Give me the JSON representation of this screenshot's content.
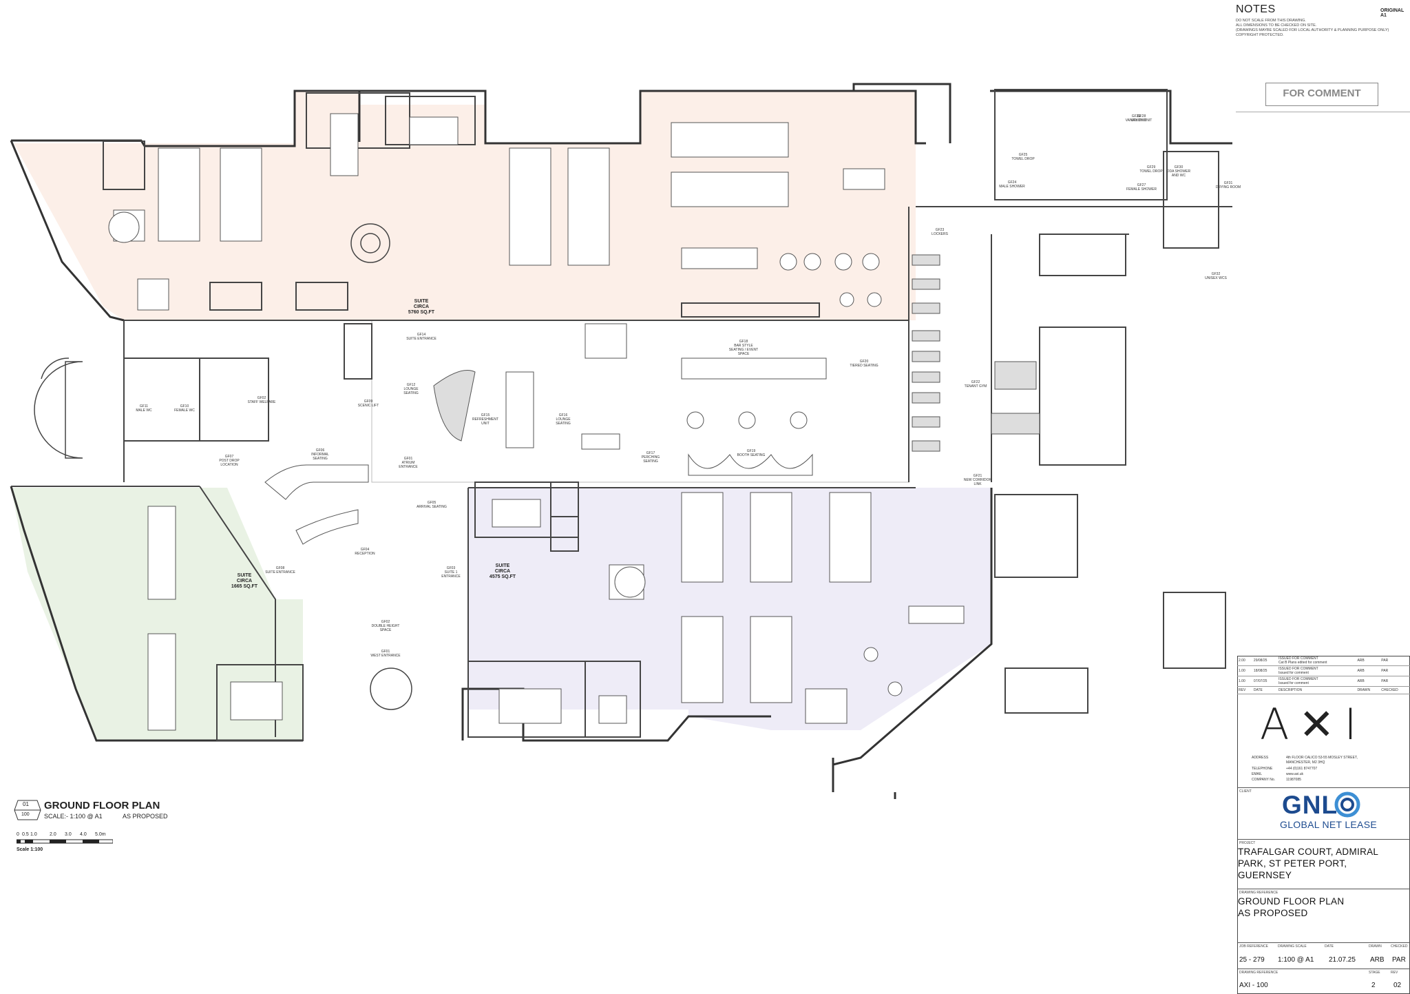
{
  "notes": {
    "title": "NOTES",
    "original": "ORIGINAL A1",
    "lines": [
      "DO NOT SCALE FROM THIS DRAWING.",
      "ALL DIMENSIONS TO BE CHECKED ON SITE.",
      "(DRAWINGS MAYBE SCALED FOR LOCAL AUTHORITY & PLANNING PURPOSE ONLY)",
      "COPYRIGHT PROTECTED."
    ],
    "stamp": "FOR COMMENT"
  },
  "revisions": [
    {
      "rev": "2.00",
      "date": "29/08/25",
      "desc": "ISSUED FOR COMMENT",
      "desc2": "Cat B Plans edited for comment",
      "by": "ARB",
      "checked": "PAR"
    },
    {
      "rev": "1.00",
      "date": "18/08/25",
      "desc": "ISSUED FOR COMMENT",
      "desc2": "Issued for comment",
      "by": "ARB",
      "checked": "PAR"
    },
    {
      "rev": "1.00",
      "date": "07/07/25",
      "desc": "ISSUED FOR COMMENT",
      "desc2": "Issued for comment",
      "by": "ARB",
      "checked": "PAR"
    }
  ],
  "rev_header": {
    "rev": "REV",
    "date": "DATE",
    "desc": "DESCRIPTION",
    "by": "DRAWN",
    "checked": "CHECKED"
  },
  "architect": {
    "logo": "A✕I",
    "address_label": "ADDRESS",
    "address": "4th FLOOR CALICO 53-55 MOSLEY STREET,",
    "address2": "MANCHESTER, M2 3HQ",
    "telephone_label": "TELEPHONE",
    "telephone": "+44 (0)161 8747707",
    "email_label": "EMAIL",
    "email": "www.axi.uk",
    "company_label": "COMPANY No.",
    "company": "11987085"
  },
  "client": {
    "label": "CLIENT",
    "logo": "GNL",
    "name": "GLOBAL NET LEASE"
  },
  "project": {
    "label": "PROJECT",
    "lines": [
      "TRAFALGAR COURT, ADMIRAL",
      "PARK, ST PETER PORT,",
      "GUERNSEY"
    ]
  },
  "drawing": {
    "ref_label": "DRAWING REFERENCE",
    "lines": [
      "GROUND FLOOR PLAN",
      "AS PROPOSED"
    ]
  },
  "meta": {
    "job_label": "JOB REFERENCE",
    "job": "25 - 279",
    "scale_label": "DRAWING SCALE",
    "scale": "1:100 @ A1",
    "date_label": "DATE",
    "date": "21.07.25",
    "drawn_label": "DRAWN",
    "drawn": "ARB",
    "checked_label": "CHECKED",
    "checked": "PAR",
    "drawing_no_label": "DRAWING REFERENCE",
    "drawing_no": "AXI - 100",
    "stage_label": "STAGE",
    "stage": "2",
    "rev_label": "REV",
    "rev": "02"
  },
  "plan_label": {
    "number": "01",
    "sheet": "100",
    "title": "GROUND FLOOR PLAN",
    "scale": "SCALE:- 1:100 @ A1",
    "status": "AS PROPOSED",
    "scalebar": [
      "0",
      "0.5",
      "1.0",
      "2.0",
      "3.0",
      "4.0",
      "5.0m"
    ],
    "scalebar_caption": "Scale 1:100"
  },
  "suites": [
    {
      "id": "suite-north",
      "lines": [
        "SUITE",
        "CIRCA",
        "5760 SQ.FT"
      ]
    },
    {
      "id": "suite-west",
      "lines": [
        "SUITE",
        "CIRCA",
        "1665 SQ.FT"
      ]
    },
    {
      "id": "suite-south",
      "lines": [
        "SUITE",
        "CIRCA",
        "4575 SQ.FT"
      ]
    }
  ],
  "rooms": [
    {
      "code": "GF14",
      "name": "SUITE ENTRANCE"
    },
    {
      "code": "GF18",
      "name": "BAR STYLE SEATING / EVENT SPACE"
    },
    {
      "code": "GF20",
      "name": "TIERED SEATING"
    },
    {
      "code": "GF22",
      "name": "TENANT GYM"
    },
    {
      "code": "GF23",
      "name": "LOCKERS"
    },
    {
      "code": "GF12",
      "name": "LOUNGE SEATING"
    },
    {
      "code": "GF15",
      "name": "REFRESHMENT UNIT"
    },
    {
      "code": "GF16",
      "name": "LOUNGE SEATING"
    },
    {
      "code": "GF17",
      "name": "PERCHING SEATING"
    },
    {
      "code": "GF19",
      "name": "BOOTH SEATING"
    },
    {
      "code": "GF09",
      "name": "SCENIC LIFT"
    },
    {
      "code": "GF02",
      "name": "STAFF WELFARE"
    },
    {
      "code": "GF11",
      "name": "MALE WC"
    },
    {
      "code": "GF10",
      "name": "FEMALE WC"
    },
    {
      "code": "GF07",
      "name": "POST DROP LOCATION"
    },
    {
      "code": "GF06",
      "name": "INFORMAL SEATING"
    },
    {
      "code": "GF01",
      "name": "ATRIUM ENTRANCE"
    },
    {
      "code": "GF05",
      "name": "ARRIVAL SEATING"
    },
    {
      "code": "GF04",
      "name": "RECEPTION"
    },
    {
      "code": "GF08",
      "name": "SUITE ENTRANCE"
    },
    {
      "code": "GF03",
      "name": "SUITE 1 ENTRANCE"
    },
    {
      "code": "GF02",
      "name": "DOUBLE HEIGHT SPACE"
    },
    {
      "code": "GF01",
      "name": "WEST ENTRANCE"
    },
    {
      "code": "GF21",
      "name": "NEW CORRIDOR LINK"
    },
    {
      "code": "GF26",
      "name": "VANITY UNIT"
    },
    {
      "code": "GF25",
      "name": "TOWEL DROP"
    },
    {
      "code": "GF24",
      "name": "MALE SHOWER"
    },
    {
      "code": "GF28",
      "name": "VANITY UNIT"
    },
    {
      "code": "GF29",
      "name": "TOWEL DROP"
    },
    {
      "code": "GF27",
      "name": "FEMALE SHOWER"
    },
    {
      "code": "GF30",
      "name": "DDA SHOWER AND WC"
    },
    {
      "code": "GF31",
      "name": "DRYING ROOM"
    },
    {
      "code": "GF32",
      "name": "UNISEX WCS"
    }
  ],
  "colors": {
    "north_suite": "#fcefe8",
    "west_suite": "#e9f2e4",
    "south_suite": "#eeecf7",
    "wall": "#3a3a3a",
    "gnl_blue": "#1d4b8f"
  }
}
